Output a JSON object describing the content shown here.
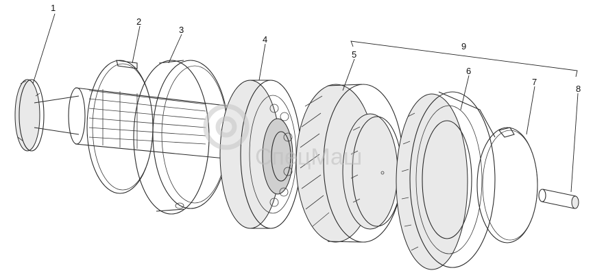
{
  "labels": [
    "1",
    "2",
    "3",
    "4",
    "5",
    "6",
    "7",
    "8",
    "9"
  ],
  "watermark": {
    "text": "СпецМаш"
  },
  "colors": {
    "line": "#2a2a2a",
    "watermark": "#bdbdbd",
    "background": "#ffffff"
  }
}
